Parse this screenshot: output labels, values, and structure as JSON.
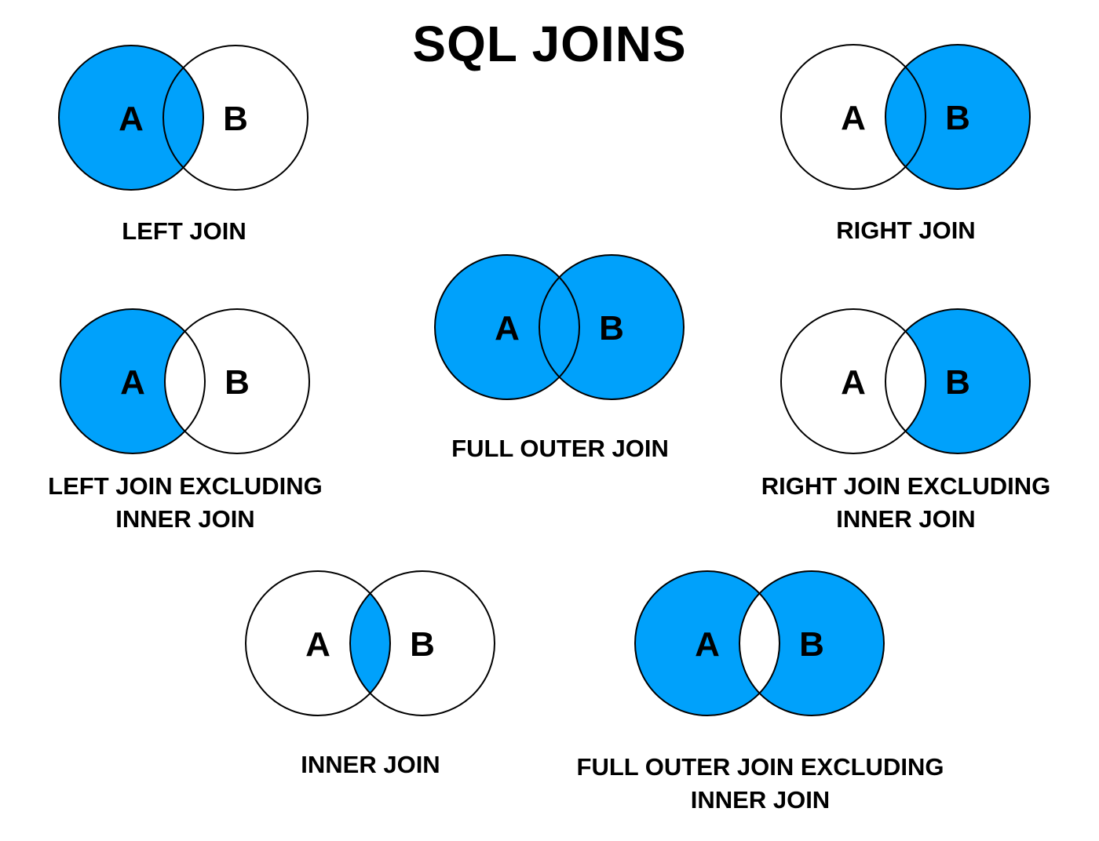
{
  "title": "SQL JOINS",
  "colors": {
    "filled": "#00a1fb",
    "empty": "#ffffff",
    "stroke": "#000000",
    "text": "#000000",
    "background": "#ffffff"
  },
  "diagrams": [
    {
      "name": "left-join",
      "set_a": "A",
      "set_b": "B",
      "label_lines": [
        "LEFT JOIN"
      ],
      "filled_regions": {
        "a_only": true,
        "intersection": true,
        "b_only": false
      }
    },
    {
      "name": "right-join",
      "set_a": "A",
      "set_b": "B",
      "label_lines": [
        "RIGHT JOIN"
      ],
      "filled_regions": {
        "a_only": false,
        "intersection": true,
        "b_only": true
      }
    },
    {
      "name": "left-join-excluding-inner-join",
      "set_a": "A",
      "set_b": "B",
      "label_lines": [
        "LEFT JOIN EXCLUDING",
        "INNER JOIN"
      ],
      "filled_regions": {
        "a_only": true,
        "intersection": false,
        "b_only": false
      }
    },
    {
      "name": "full-outer-join",
      "set_a": "A",
      "set_b": "B",
      "label_lines": [
        "FULL OUTER JOIN"
      ],
      "filled_regions": {
        "a_only": true,
        "intersection": true,
        "b_only": true
      }
    },
    {
      "name": "right-join-excluding-inner-join",
      "set_a": "A",
      "set_b": "B",
      "label_lines": [
        "RIGHT JOIN EXCLUDING",
        "INNER JOIN"
      ],
      "filled_regions": {
        "a_only": false,
        "intersection": false,
        "b_only": true
      }
    },
    {
      "name": "inner-join",
      "set_a": "A",
      "set_b": "B",
      "label_lines": [
        "INNER JOIN"
      ],
      "filled_regions": {
        "a_only": false,
        "intersection": true,
        "b_only": false
      }
    },
    {
      "name": "full-outer-join-excluding-inner-join",
      "set_a": "A",
      "set_b": "B",
      "label_lines": [
        "FULL OUTER JOIN EXCLUDING",
        "INNER JOIN"
      ],
      "filled_regions": {
        "a_only": true,
        "intersection": false,
        "b_only": true
      }
    }
  ]
}
